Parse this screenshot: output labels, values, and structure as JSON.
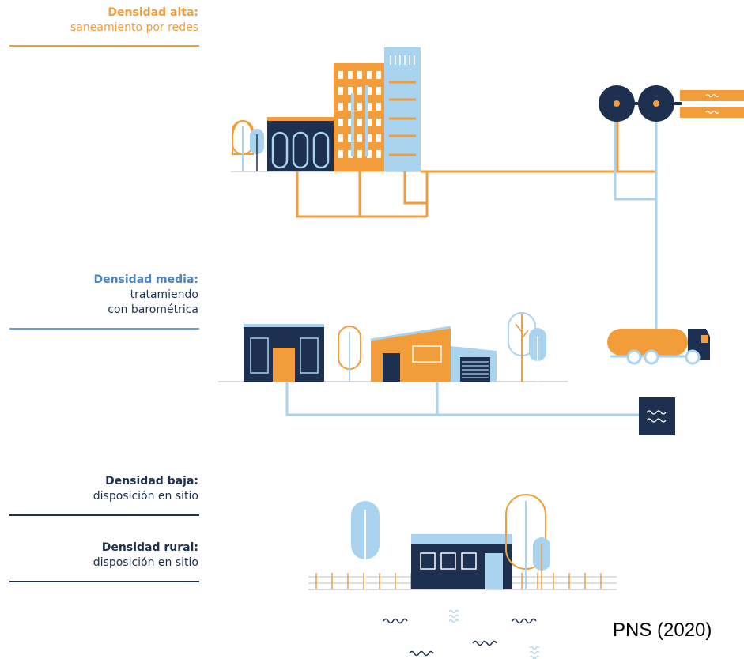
{
  "levels": {
    "alta": {
      "title": "Densidad alta:",
      "subtitle": "saneamiento por redes",
      "color": "#f39c3a"
    },
    "media": {
      "title": "Densidad media:",
      "subtitle_lines": [
        "tratamiendo",
        "con barométrica"
      ],
      "color": "#4a86c8"
    },
    "baja": {
      "title": "Densidad baja:",
      "subtitle": "disposición en sitio",
      "color": "#1e3050"
    },
    "rural": {
      "title": "Densidad rural:",
      "subtitle": "disposición en sitio",
      "color": "#1e3050"
    }
  },
  "source": "PNS (2020)",
  "colors": {
    "orange": "#f39c3a",
    "navy": "#1e3050",
    "lightblue": "#a9d3ee",
    "ground": "#cccccc"
  },
  "icons": {
    "treatment_plant": "circular-tanks-icon",
    "tank_truck": "tank-truck-icon",
    "water_box": "water-treatment-box-icon",
    "water_waves": "water-waves-icon"
  }
}
